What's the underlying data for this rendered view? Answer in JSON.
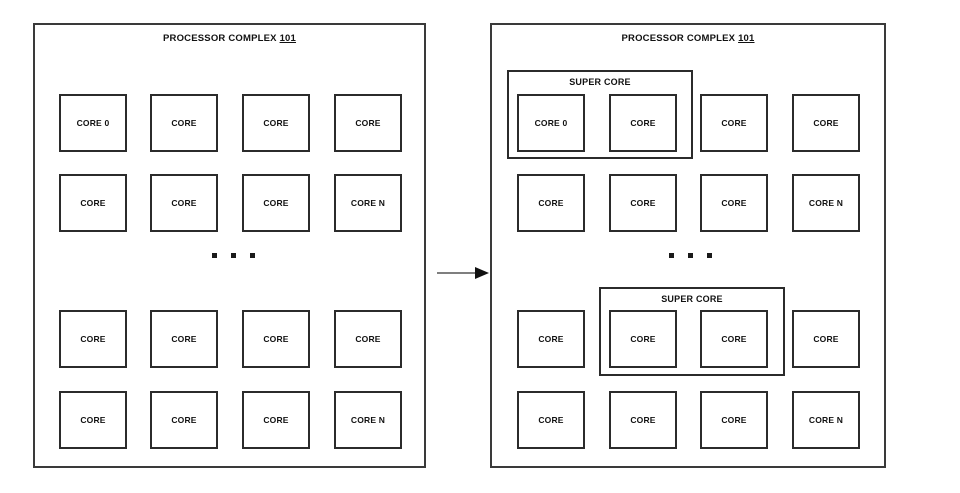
{
  "figure": {
    "title": "Processor complex core grouping diagram",
    "arrow_icon": "right-arrow-icon",
    "ellipsis_glyph": "..."
  },
  "panels": [
    {
      "id": "left",
      "title_text": "PROCESSOR COMPLEX",
      "title_ref": "101",
      "supercores": [],
      "rows": [
        {
          "cores": [
            "CORE 0",
            "CORE",
            "CORE",
            "CORE"
          ]
        },
        {
          "cores": [
            "CORE",
            "CORE",
            "CORE",
            "CORE N"
          ]
        },
        {
          "cores": [
            "CORE",
            "CORE",
            "CORE",
            "CORE"
          ]
        },
        {
          "cores": [
            "CORE",
            "CORE",
            "CORE",
            "CORE N"
          ]
        }
      ]
    },
    {
      "id": "right",
      "title_text": "PROCESSOR COMPLEX",
      "title_ref": "101",
      "supercores": [
        {
          "label": "SUPER CORE",
          "row": 0,
          "columns": [
            0,
            1
          ]
        },
        {
          "label": "SUPER CORE",
          "row": 2,
          "columns": [
            1,
            2
          ]
        }
      ],
      "rows": [
        {
          "cores": [
            "CORE 0",
            "CORE",
            "CORE",
            "CORE"
          ]
        },
        {
          "cores": [
            "CORE",
            "CORE",
            "CORE",
            "CORE N"
          ]
        },
        {
          "cores": [
            "CORE",
            "CORE",
            "CORE",
            "CORE"
          ]
        },
        {
          "cores": [
            "CORE",
            "CORE",
            "CORE",
            "CORE N"
          ]
        }
      ]
    }
  ],
  "colors": {
    "background": "#ffffff",
    "stroke": "#2b2b2b",
    "panel_stroke": "#3a3a3a",
    "text": "#111111"
  }
}
